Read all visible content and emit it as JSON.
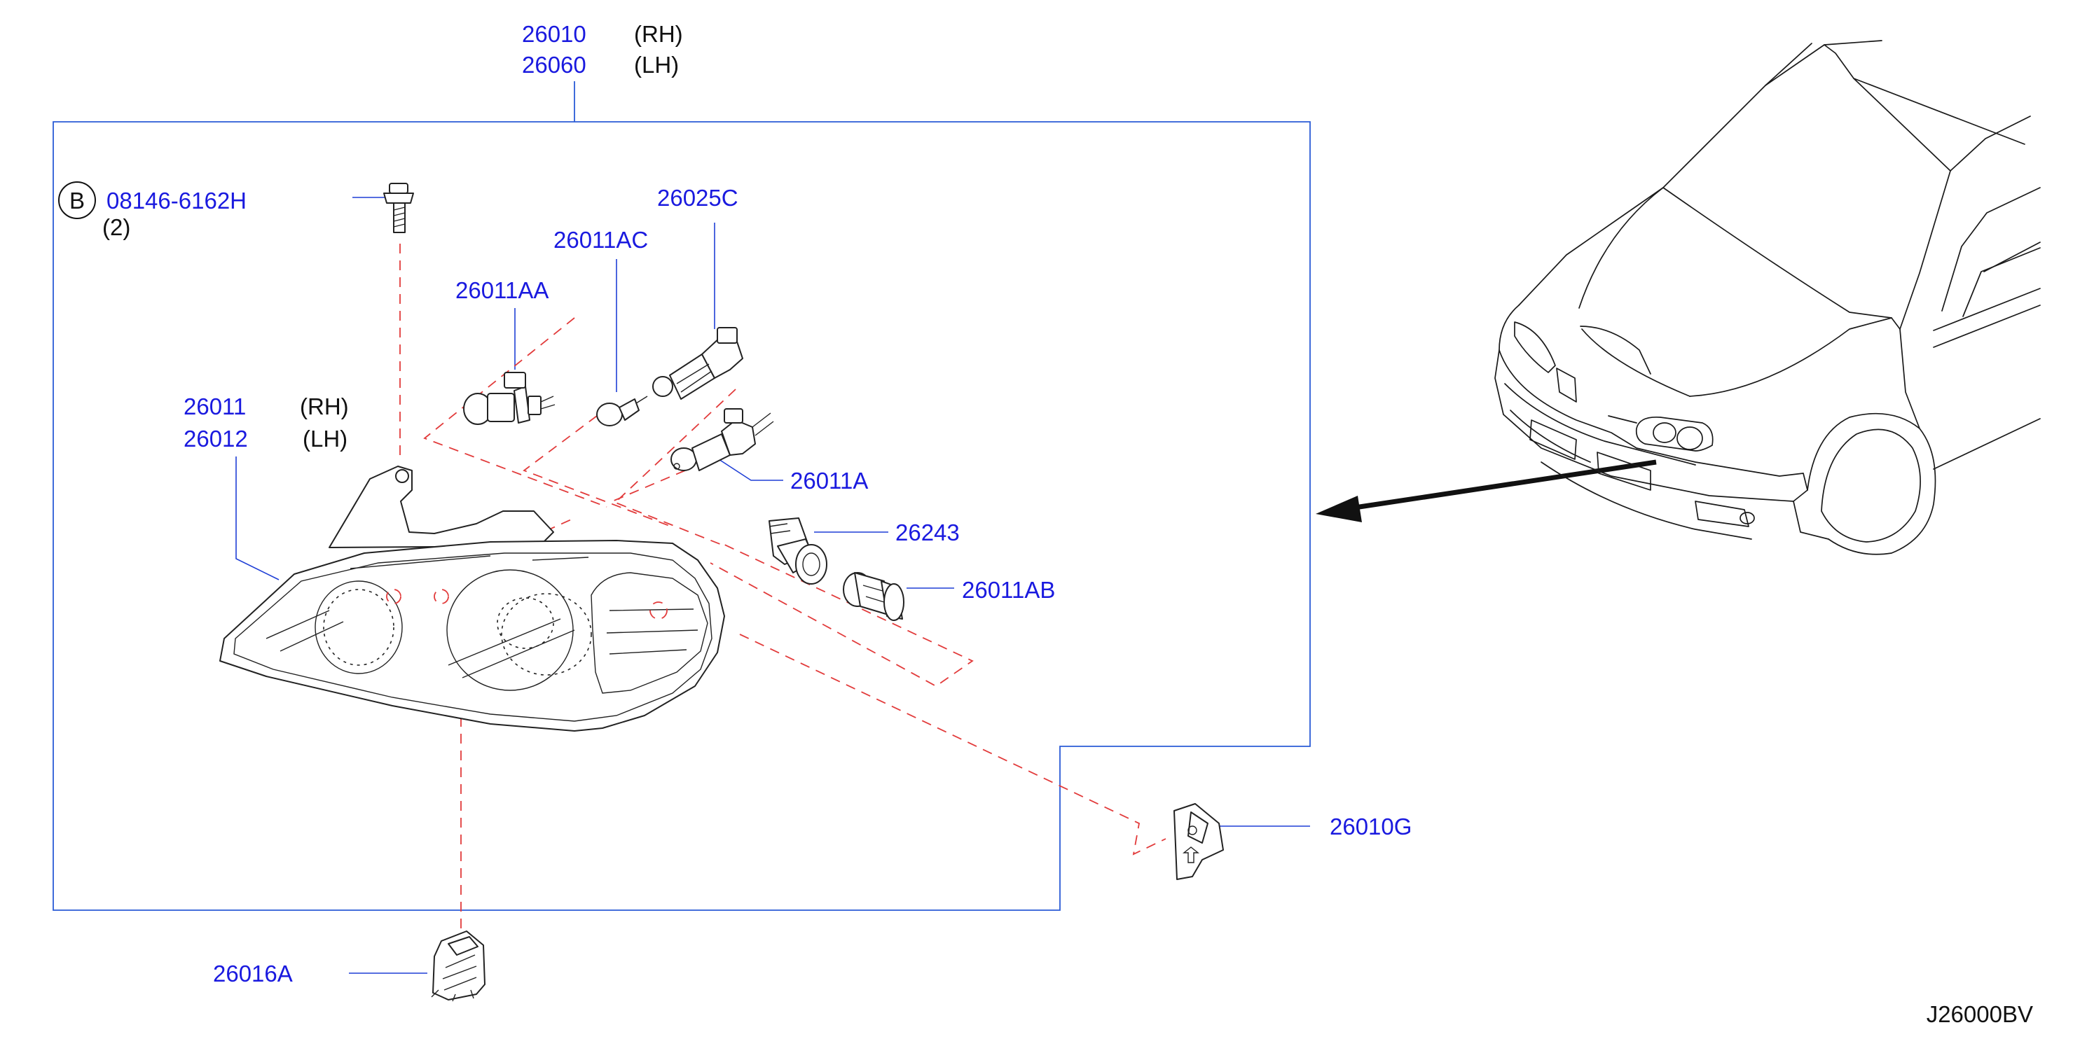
{
  "diagram_code": "J26000BV",
  "assembly": {
    "part_rh": "26010",
    "side_rh": "(RH)",
    "part_lh": "26060",
    "side_lh": "(LH)"
  },
  "bolt": {
    "badge": "B",
    "part": "08146-6162H",
    "qty": "(2)"
  },
  "housing": {
    "part_rh": "26011",
    "side_rh": "(RH)",
    "part_lh": "26012",
    "side_lh": "(LH)"
  },
  "bulbs": {
    "aa": "26011AA",
    "ac": "26011AC",
    "c": "26025C",
    "a": "26011A",
    "ab": "26011AB"
  },
  "socket": "26243",
  "clip_g": "26010G",
  "clip_a": "26016A"
}
